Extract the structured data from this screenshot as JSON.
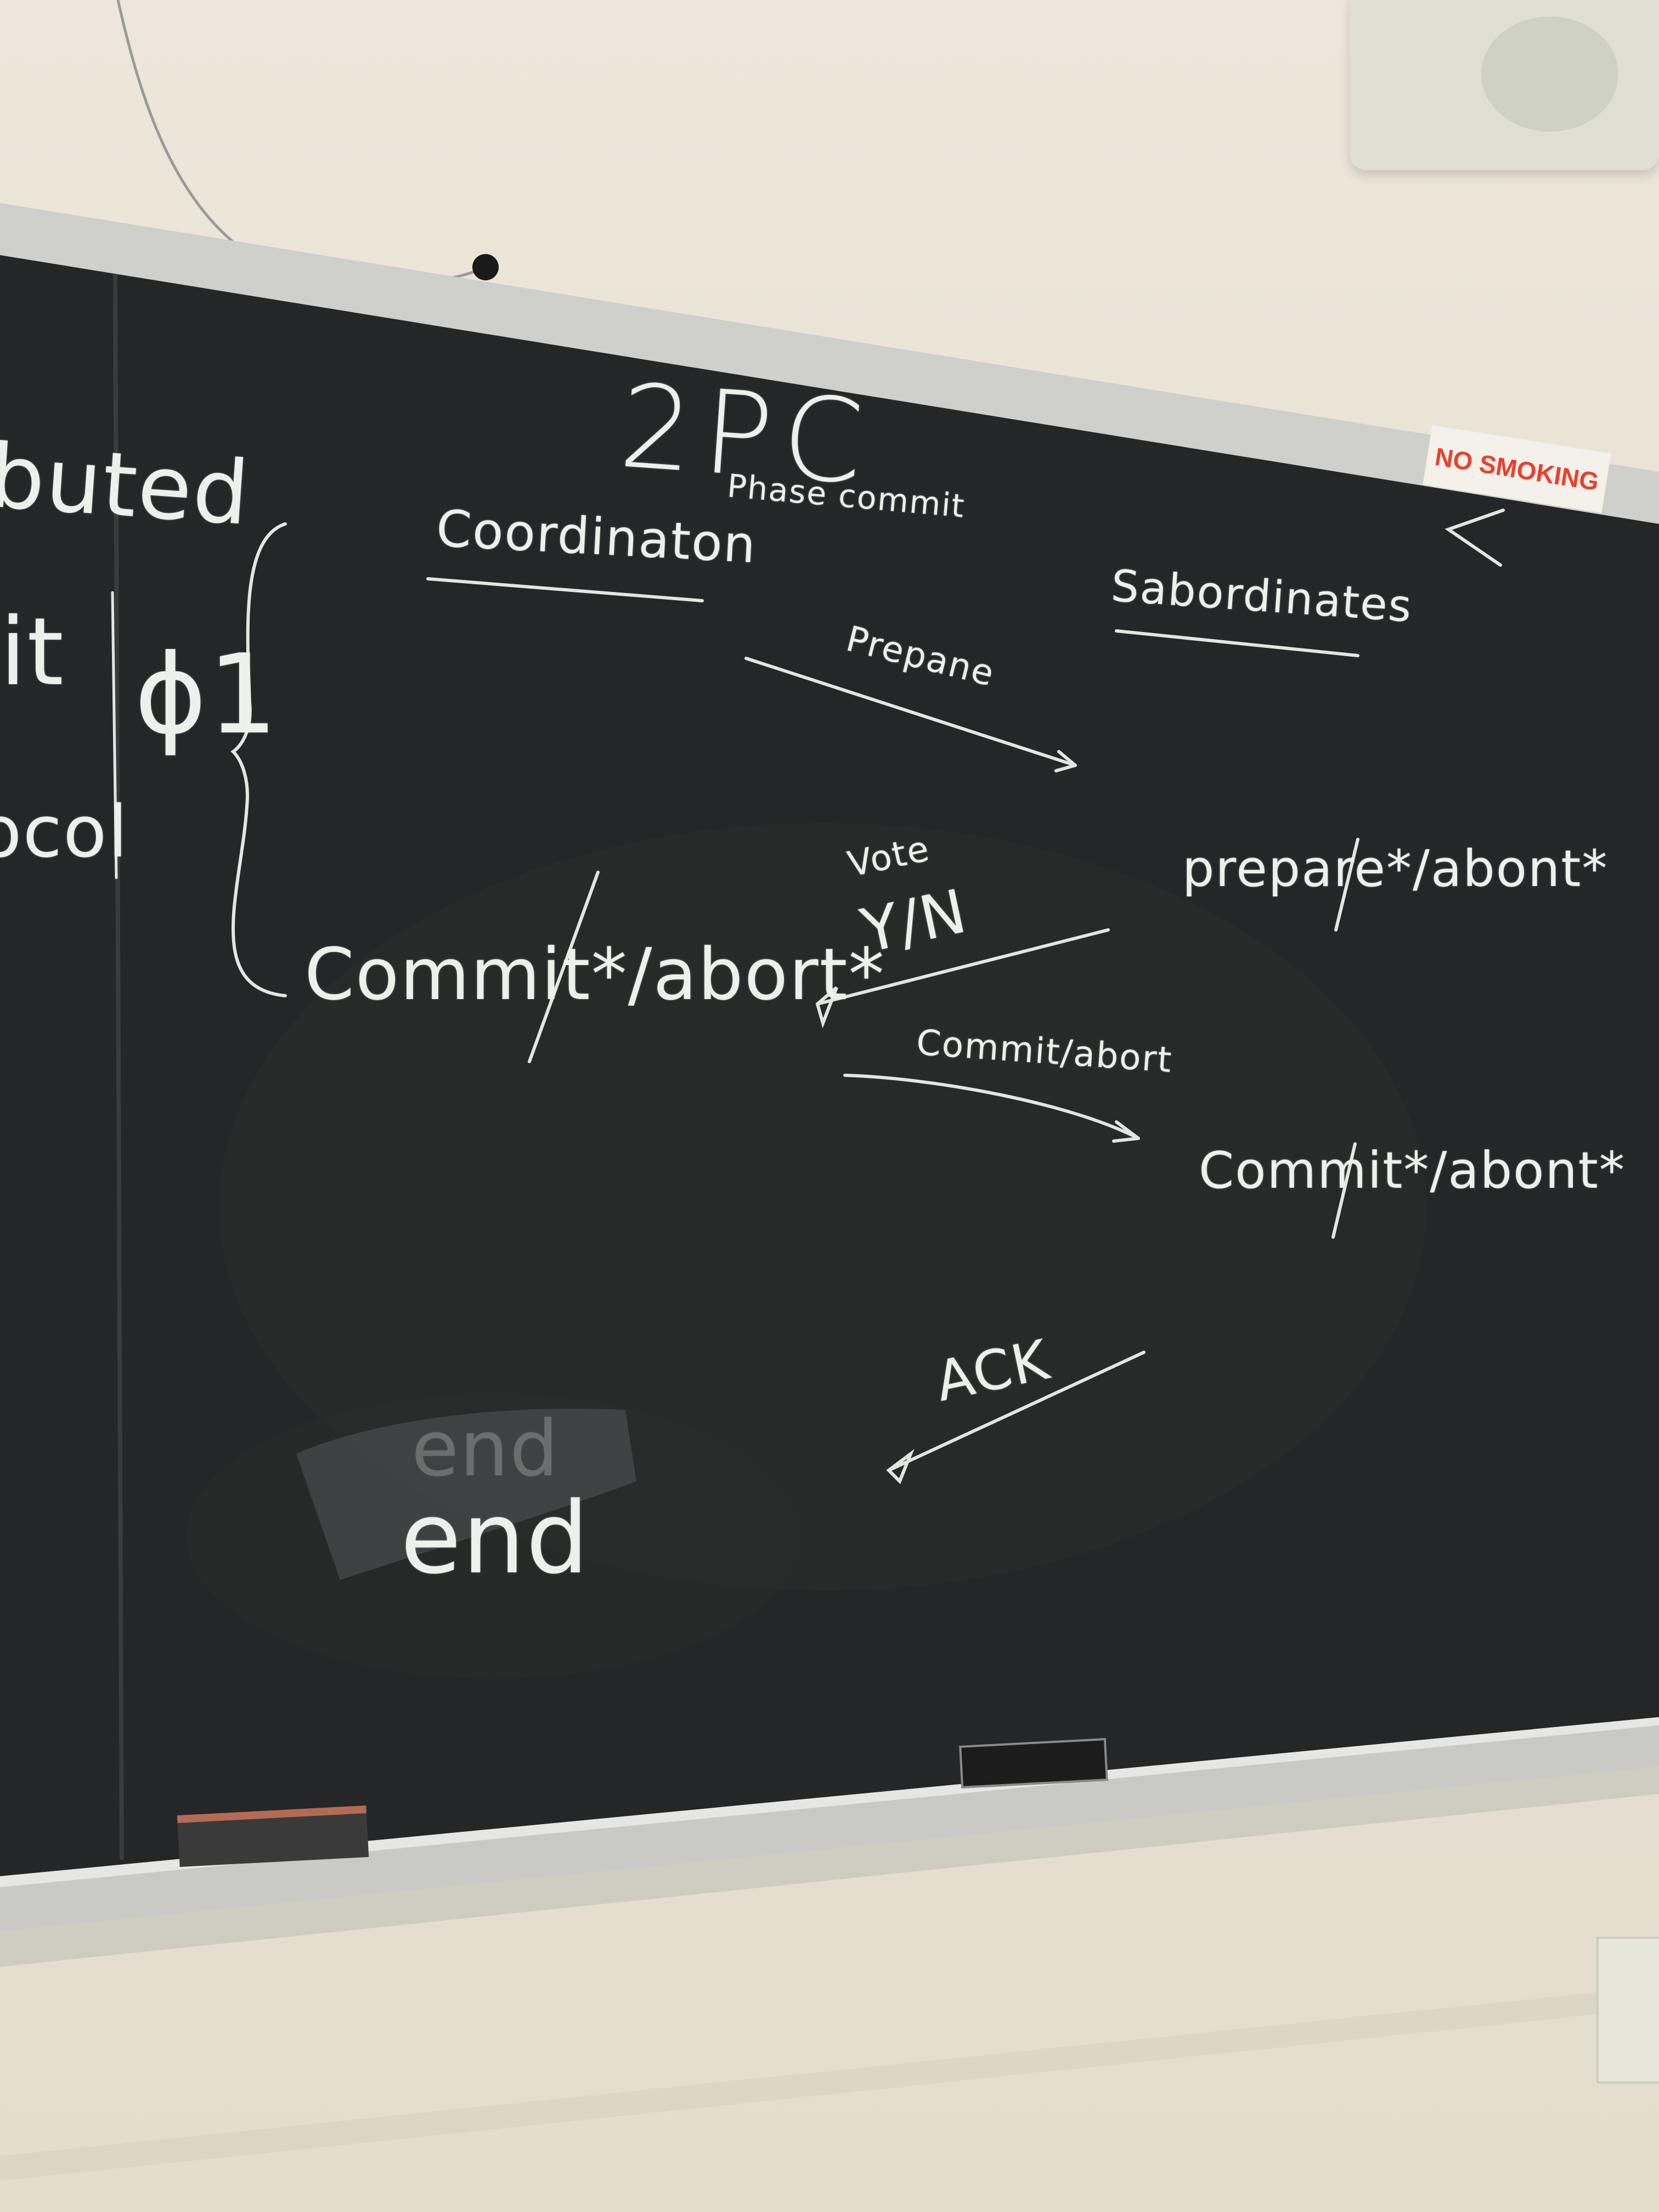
{
  "board": {
    "title": "2PC",
    "subtitle": "Phase commit",
    "left_fragments": [
      "buted",
      "it",
      "ocol"
    ],
    "phase_label": "ϕ1",
    "coordinator_label": "Coordinaton",
    "subordinates_label": "Sabordinates",
    "prepare_message": "Prepane",
    "vote_label": "Vote",
    "vote_values": "Y/N",
    "coordinator_state": "Commit*/abort*",
    "subordinate_prepare_state": "prepare*/abont*",
    "commit_abort_message": "Commit/abort",
    "subordinate_final_state": "Commit*/abont*",
    "ack_message": "ACK",
    "end_erased": "end",
    "end_label": "end"
  },
  "signs": {
    "no_smoking": "NO SMOKING"
  },
  "colors": {
    "chalkboard": "#262728",
    "chalk": "#eef0ec",
    "wall": "#e9e4d6",
    "frame": "#cfcfcc",
    "sign_red": "#e8412f"
  }
}
